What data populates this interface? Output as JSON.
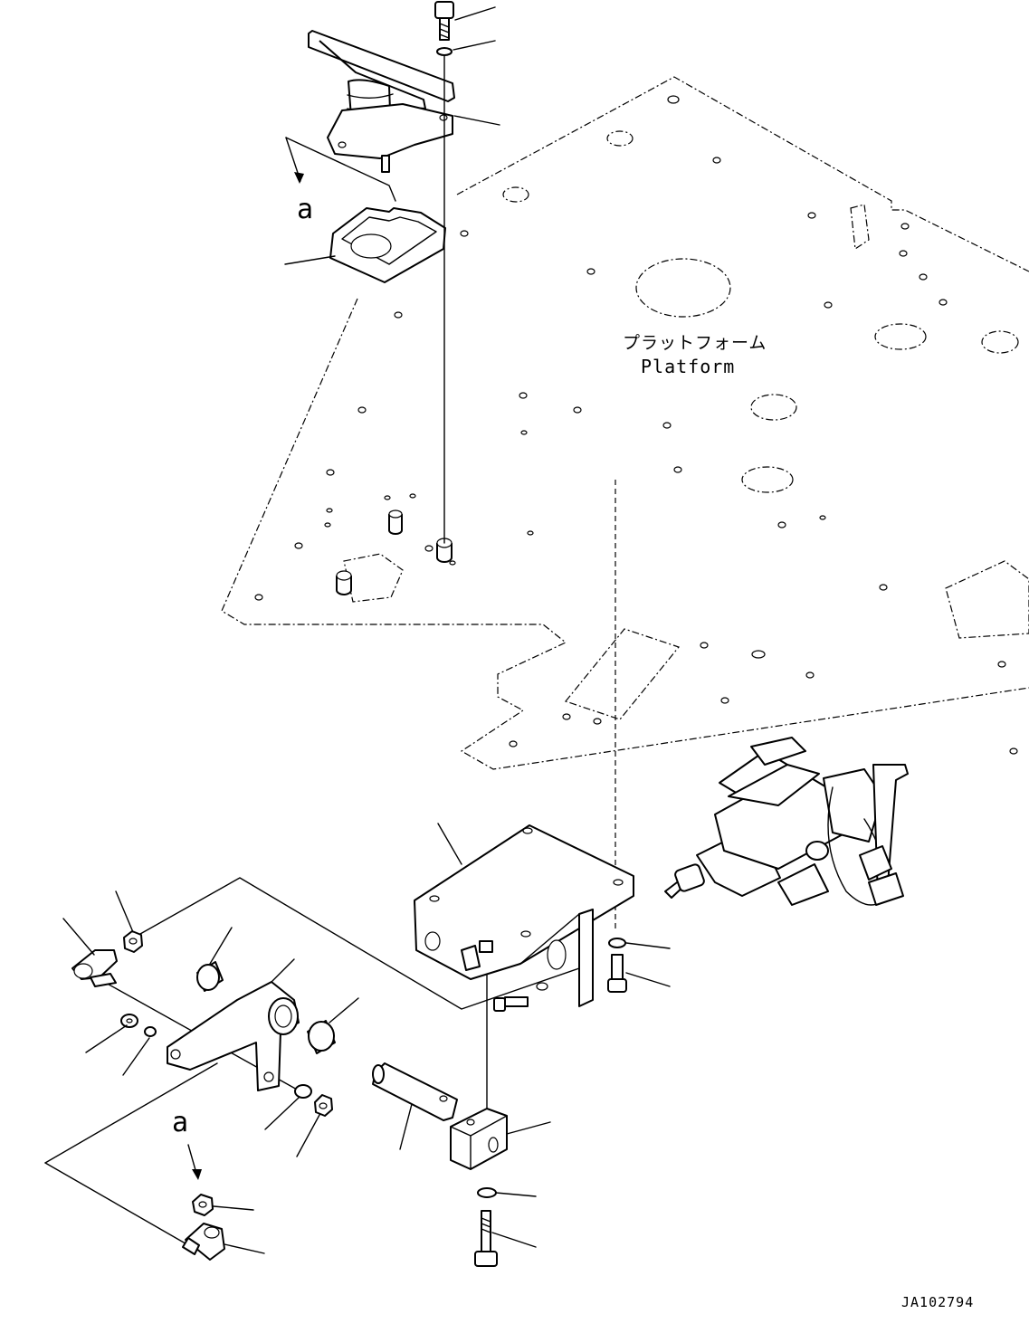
{
  "platform": {
    "label_jp": "プラットフォーム",
    "label_en": "Platform"
  },
  "view_markers": {
    "top": "a",
    "bottom": "a"
  },
  "drawing_id": "JA102794"
}
